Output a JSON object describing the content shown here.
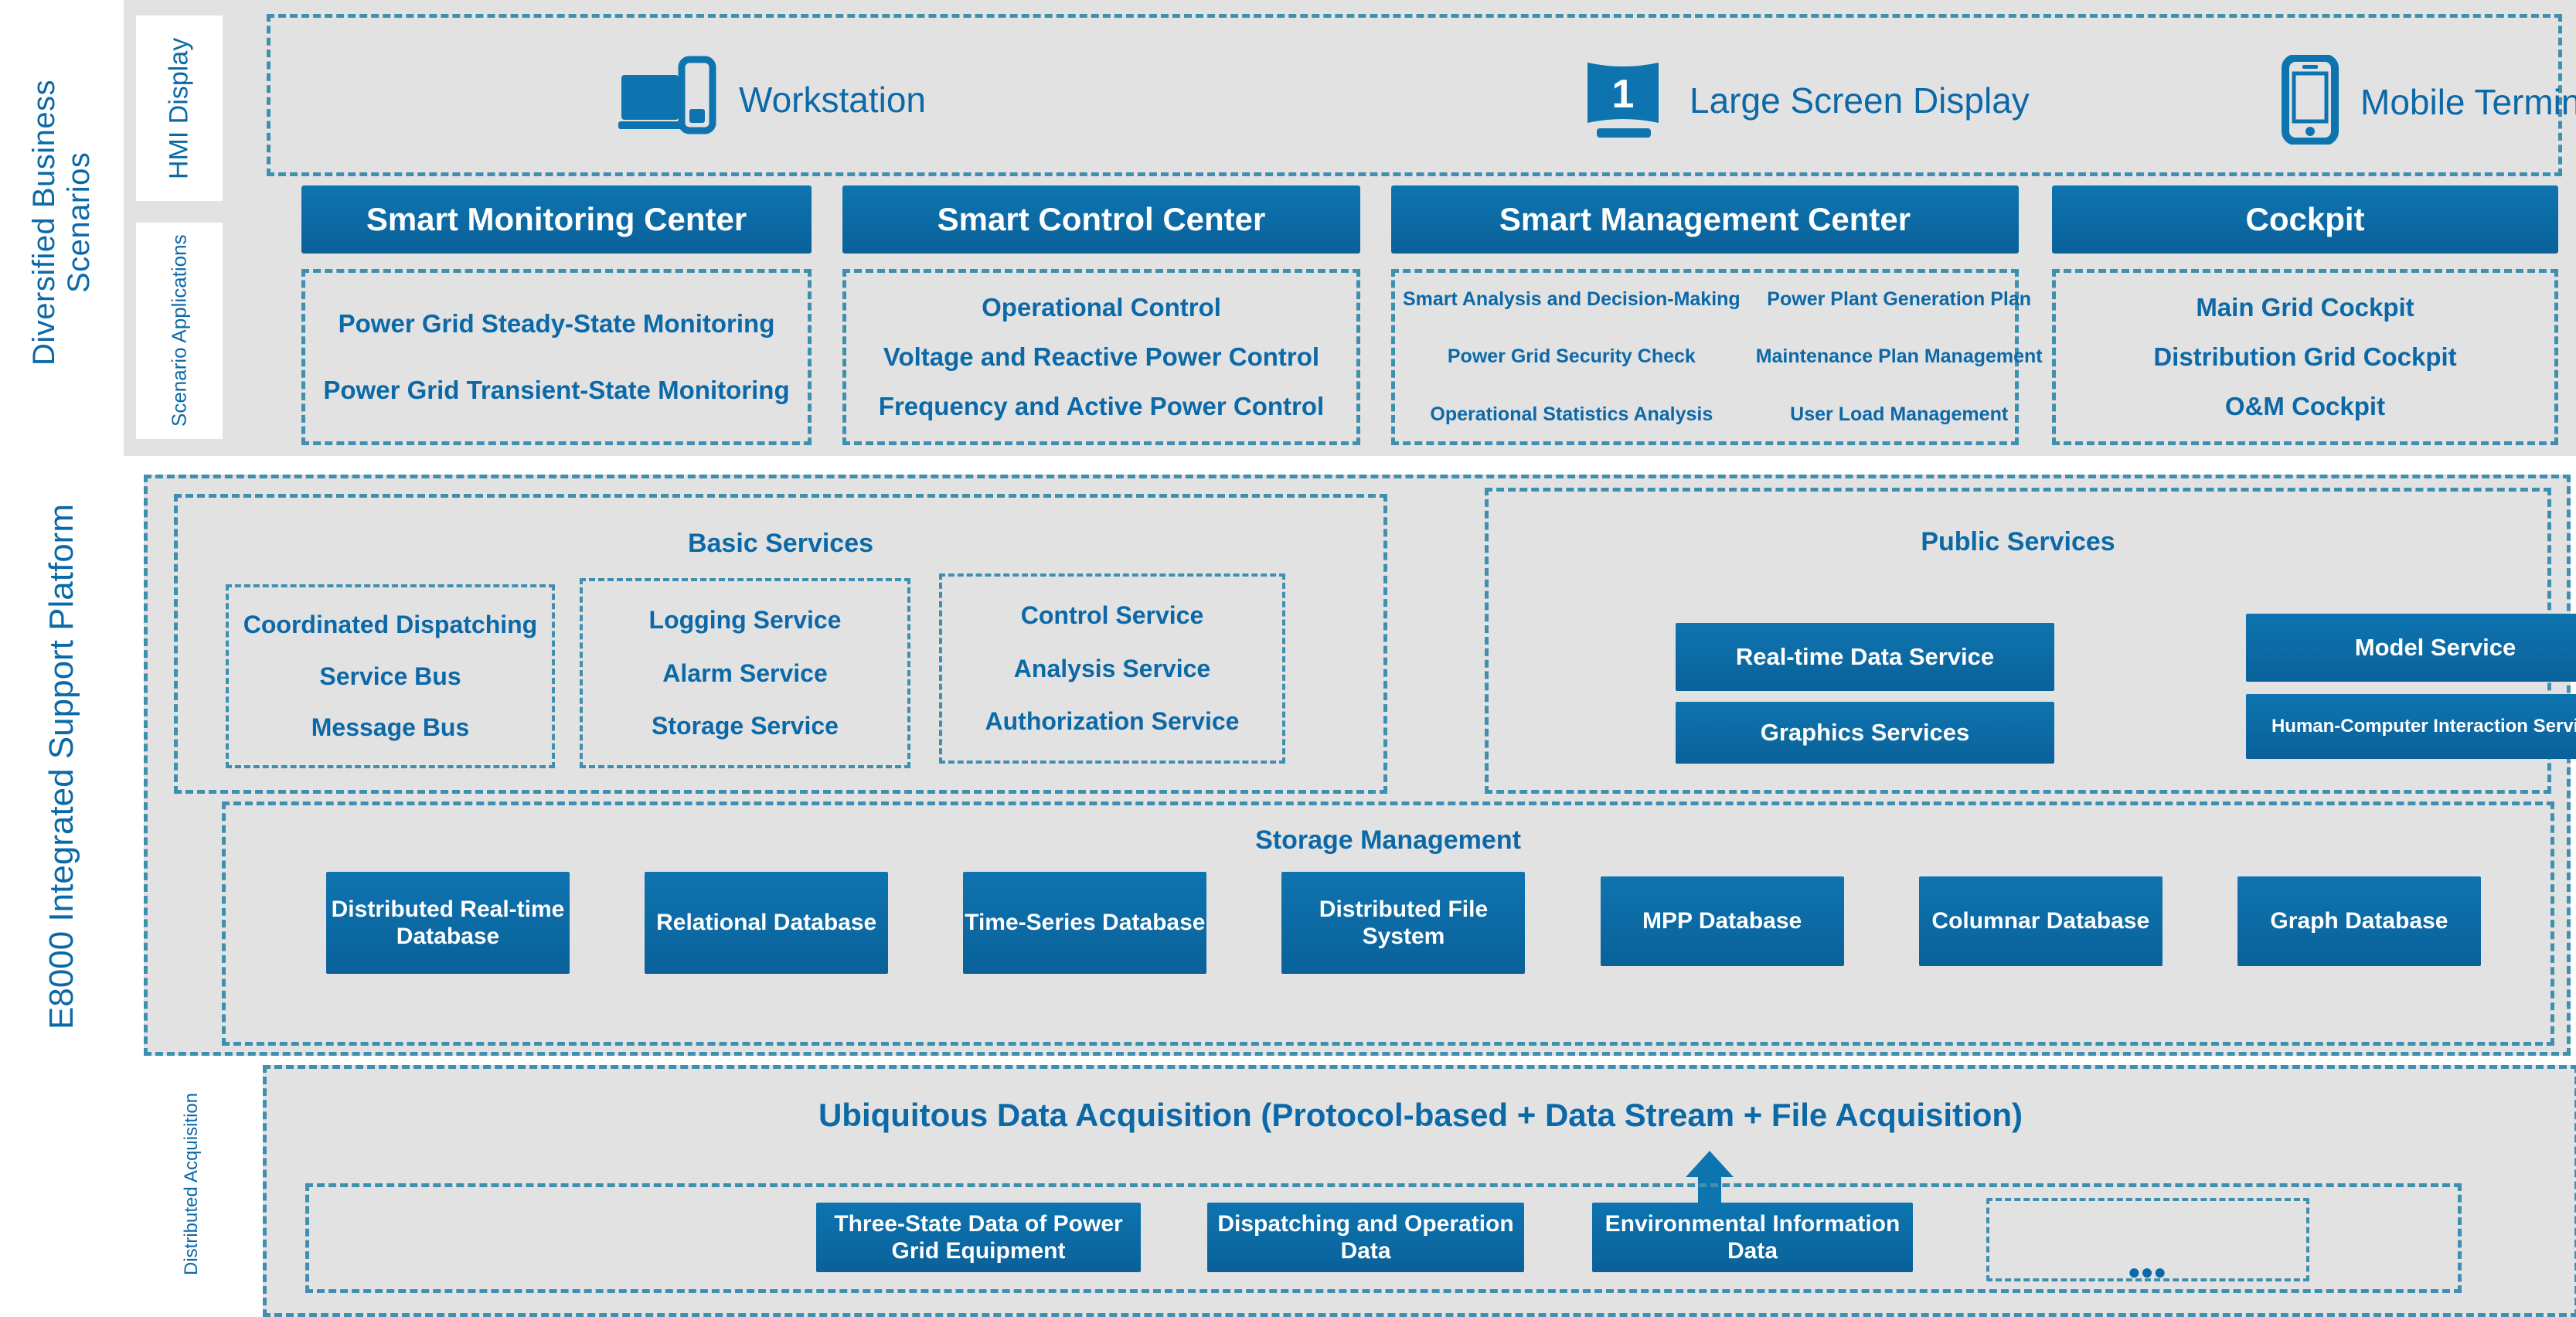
{
  "rails": {
    "scenarios": "Diversified Business Scenarios",
    "platform": "E8000 Integrated Support Platform",
    "hmi_display": "HMI Display",
    "scenario_applications": "Scenario Applications",
    "distributed_acquisition": "Distributed Acquisition"
  },
  "hmi": {
    "items": [
      {
        "label": "Workstation",
        "icon": "workstation-icon"
      },
      {
        "label": "Large Screen Display",
        "icon": "large-screen-display-icon"
      },
      {
        "label": "Mobile Terminal",
        "icon": "mobile-terminal-icon"
      }
    ]
  },
  "centers": [
    {
      "title": "Smart Monitoring Center",
      "items": [
        "Power Grid Steady-State Monitoring",
        "Power Grid Transient-State Monitoring"
      ]
    },
    {
      "title": "Smart Control Center",
      "items": [
        "Operational Control",
        "Voltage and Reactive Power Control",
        "Frequency and Active Power Control"
      ]
    },
    {
      "title": "Smart Management Center",
      "items": [
        "Smart Analysis and Decision-Making",
        "Power Plant Generation Plan",
        "Power Grid Security Check",
        "Maintenance Plan Management",
        "Operational Statistics Analysis",
        "User Load Management"
      ]
    },
    {
      "title": "Cockpit",
      "items": [
        "Main Grid Cockpit",
        "Distribution Grid Cockpit",
        "O&M Cockpit"
      ]
    }
  ],
  "basic_services": {
    "title": "Basic Services",
    "groups": [
      {
        "items": [
          "Coordinated Dispatching",
          "Service Bus",
          "Message Bus"
        ]
      },
      {
        "items": [
          "Logging Service",
          "Alarm Service",
          "Storage Service"
        ]
      },
      {
        "items": [
          "Control Service",
          "Analysis Service",
          "Authorization Service"
        ]
      }
    ]
  },
  "public_services": {
    "title": "Public Services",
    "items": [
      "Real-time Data Service",
      "Graphics Services",
      "Model Service",
      "Human-Computer Interaction Service"
    ]
  },
  "storage_management": {
    "title": "Storage Management",
    "items": [
      "Distributed Real-time Database",
      "Relational Database",
      "Time-Series Database",
      "Distributed File System",
      "MPP Database",
      "Columnar Database",
      "Graph Database"
    ]
  },
  "acquisition": {
    "title": "Ubiquitous Data Acquisition (Protocol-based + Data Stream + File Acquisition)",
    "items": [
      "Three-State Data of Power Grid Equipment",
      "Dispatching and Operation Data",
      "Environmental Information Data"
    ],
    "more_indicator": "•••"
  },
  "colors": {
    "accent_blue": "#0c69a8",
    "fill_blue": "#0e74b0",
    "dash_blue": "#3f8fb0",
    "panel_gray": "#e2e2e2",
    "page_white": "#ffffff"
  }
}
